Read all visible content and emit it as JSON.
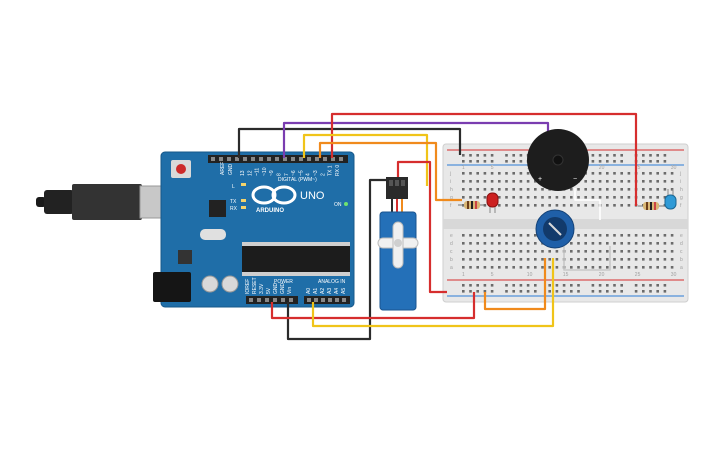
{
  "arduino": {
    "brand": "ARDUINO",
    "model": "UNO",
    "digital_header": "DIGITAL (PWM~)",
    "analog_header": "ANALOG IN",
    "power_header": "POWER",
    "on_label": "ON",
    "tx_label": "TX",
    "rx_label": "RX",
    "l_label": "L",
    "aref_label": "AREF",
    "gnd_label": "GND",
    "digital_pins": [
      "13",
      "12",
      "~11",
      "~10",
      "~9",
      "8",
      "7",
      "~6",
      "~5",
      "4",
      "~3",
      "2",
      "TX 1",
      "RX 0"
    ],
    "power_pins": [
      "IOREF",
      "RESET",
      "3.3V",
      "5V",
      "GND",
      "GND",
      "Vin"
    ],
    "analog_pins": [
      "A0",
      "A1",
      "A2",
      "A3",
      "A4",
      "A5"
    ]
  },
  "breadboard": {
    "row_letters_top": [
      "j",
      "i",
      "h",
      "g",
      "f"
    ],
    "row_letters_bottom": [
      "e",
      "d",
      "c",
      "b",
      "a"
    ],
    "column_numbers": [
      "1",
      "5",
      "10",
      "15",
      "20",
      "25",
      "30"
    ]
  },
  "buzzer": {
    "plus": "+",
    "minus": "−"
  },
  "colors": {
    "wire_red": "#d62e2e",
    "wire_black": "#2b2b2b",
    "wire_purple": "#7a3db0",
    "wire_yellow": "#f0c419",
    "wire_orange": "#f08a1c",
    "board": "#1f6ea8",
    "breadboard": "#e8e8e8"
  }
}
